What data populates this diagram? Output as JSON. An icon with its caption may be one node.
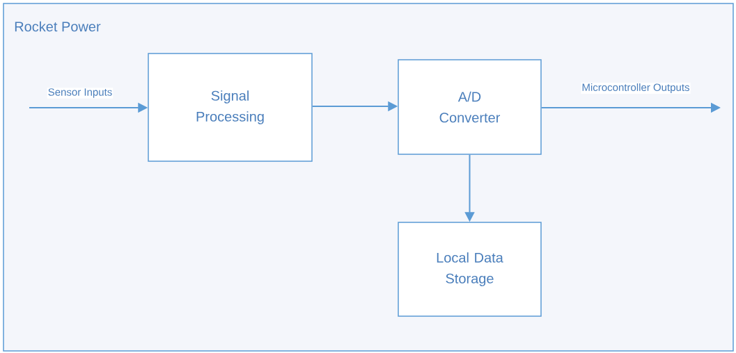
{
  "diagram": {
    "nodes": [
      {
        "text": [
          "Rocket Power"
        ]
      },
      {
        "text": [
          "Signal Processing"
        ],
        "in": 0
      },
      {
        "text": [
          "A/D Converter"
        ],
        "in": 0
      },
      {
        "text": [
          "Local Data Storage"
        ],
        "in": 0
      }
    ],
    "edges": [
      {
        "from": null,
        "to": 1,
        "arrow": "to",
        "label": "Sensor Inputs"
      },
      {
        "from": 1,
        "to": 2,
        "arrow": "to"
      },
      {
        "from": 2,
        "to": null,
        "arrow": "to",
        "label": "Microcontroller Outputs"
      },
      {
        "from": 2,
        "to": 3,
        "arrow": "to"
      }
    ]
  }
}
